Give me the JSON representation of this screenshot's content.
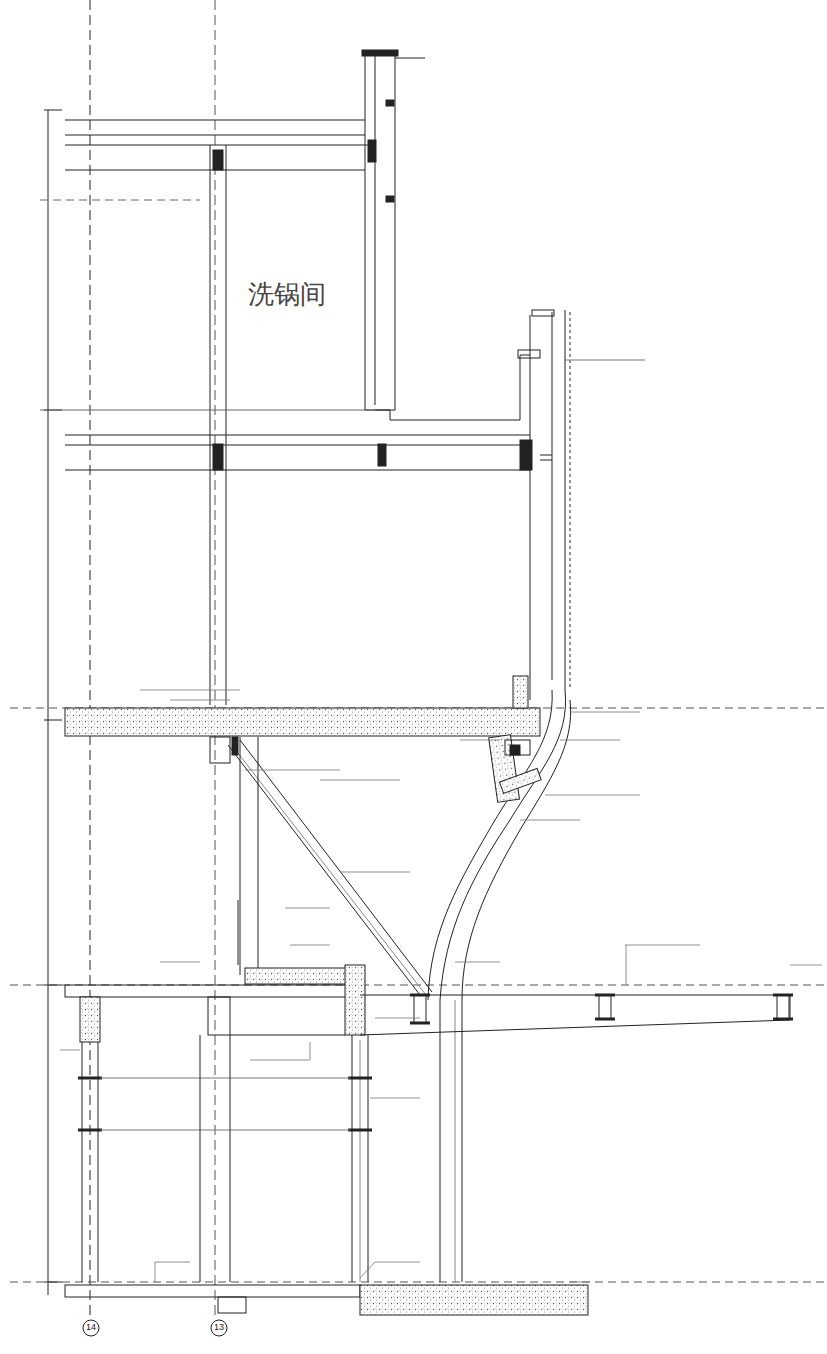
{
  "diagram": {
    "labels": [
      "洗锅间",
      "14",
      "13"
    ]
  }
}
